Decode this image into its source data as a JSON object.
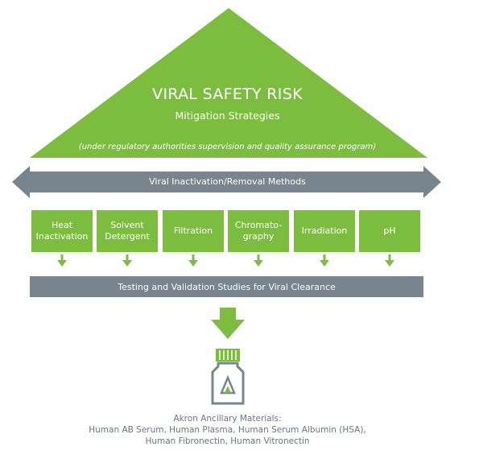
{
  "header": {
    "title": "VIRAL SAFETY RISK",
    "subtitle": "Mitigation Strategies",
    "note": "(under regulatory authorities supervision and quality assurance program)"
  },
  "methods_arrow": {
    "label": "Viral Inactivation/Removal Methods"
  },
  "methods": [
    {
      "line1": "Heat",
      "line2": "Inactivation"
    },
    {
      "line1": "Solvent",
      "line2": "Detergent"
    },
    {
      "line1": "Filtration",
      "line2": ""
    },
    {
      "line1": "Chromato-",
      "line2": "graphy"
    },
    {
      "line1": "Irradiation",
      "line2": ""
    },
    {
      "line1": "pH",
      "line2": ""
    }
  ],
  "testing": {
    "label": "Testing and Validation Studies for Viral Clearance"
  },
  "product": {
    "icon": "bottle-icon",
    "logo_letter": "A"
  },
  "footer": {
    "line1": "Akron Ancillary Materials:",
    "line2": "Human AB Serum, Human Plasma, Human Serum Albumin (HSA),",
    "line3": "Human Fibronectin, Human Vitronectin"
  },
  "colors": {
    "green": "#7cbd3f",
    "gray": "#78858f",
    "text_gray": "#6b7580"
  }
}
